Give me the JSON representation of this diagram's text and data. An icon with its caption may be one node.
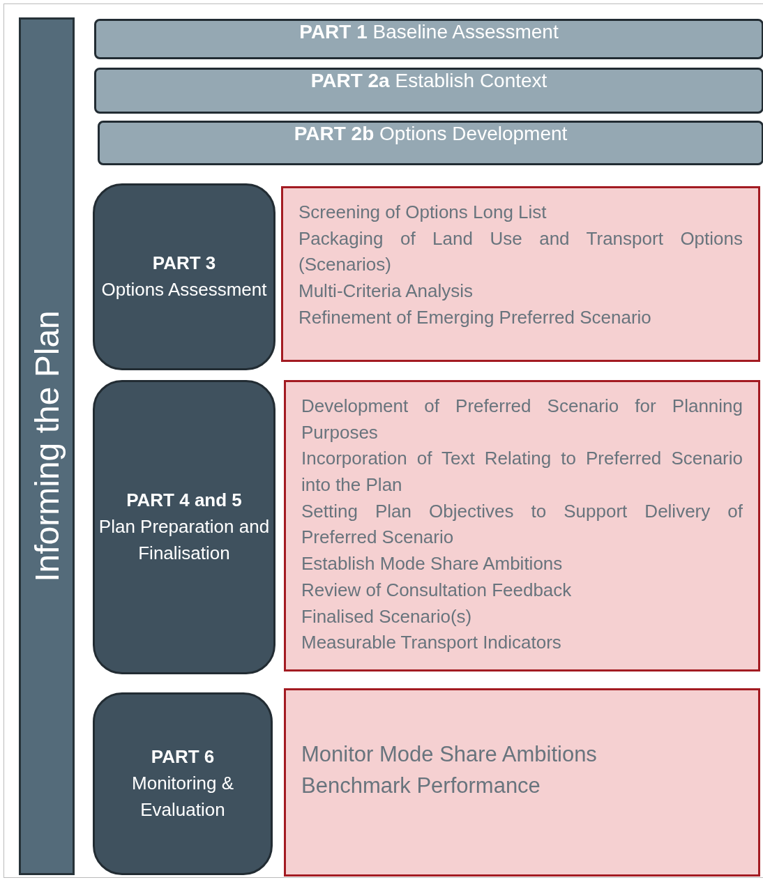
{
  "diagram": {
    "nodes": [
      {
        "text": [
          "Informing the Plan"
        ]
      },
      {
        "text": [
          "**PART 1** Baseline Assessment"
        ]
      },
      {
        "text": [
          "**PART 2a** Establish Context"
        ]
      },
      {
        "text": [
          "**PART 2b** Options Development"
        ]
      },
      {
        "text": [
          "PART 3",
          "Options Assessment"
        ]
      },
      {
        "text": [
          "Screening of Options Long List",
          "Packaging of Land Use and Transport Options (Scenarios)",
          "Multi-Criteria Analysis",
          "Refinement of Emerging Preferred Scenario"
        ]
      },
      {
        "text": [
          "PART 4 and 5",
          "Plan Preparation and Finalisation"
        ]
      },
      {
        "text": [
          "Development of Preferred Scenario for Planning Purposes",
          "Incorporation of Text Relating to Preferred Scenario into the Plan",
          "Setting Plan Objectives to Support Delivery of Preferred Scenario",
          "Establish Mode Share Ambitions",
          "Review of Consultation Feedback",
          "Finalised Scenario(s)",
          "Measurable Transport Indicators"
        ]
      },
      {
        "text": [
          "PART 6",
          "Monitoring & Evaluation"
        ]
      },
      {
        "text": [
          "Monitor Mode Share Ambitions",
          "Benchmark Performance"
        ]
      }
    ],
    "edges": []
  }
}
